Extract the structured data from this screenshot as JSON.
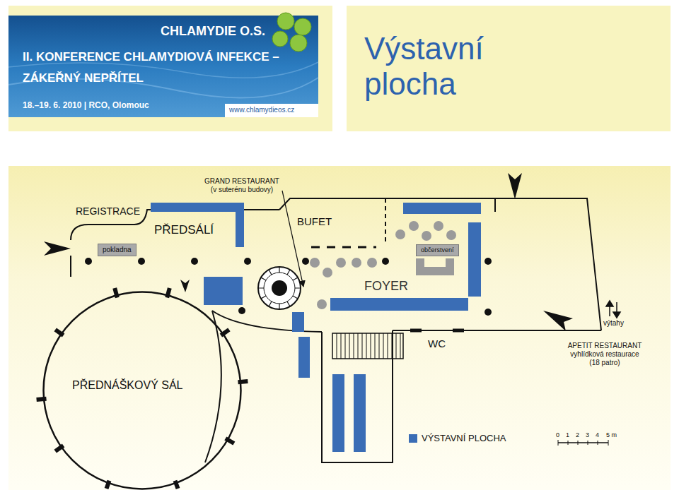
{
  "diagram": {
    "title": "Výstavní plocha",
    "nodes": [
      {
        "text": [
          "CHLAMYDIE O.S.",
          "II. KONFERENCE CHLAMYDIOVÁ INFEKCE – ZÁKEŘNÝ NEPŘÍTEL",
          "18.–19. 6. 2010 | RCO, Olomouc",
          "www.chlamydieos.cz"
        ]
      },
      {
        "text": [
          "pokladna"
        ]
      },
      {
        "text": [
          "občerstvení"
        ]
      },
      {
        "text": [
          "PŘEDNÁŠKOVÝ SÁL"
        ]
      }
    ],
    "labels": [
      "GRAND RESTAURANT (v suterénu budovy)",
      "REGISTRACE",
      "PŘEDSÁLÍ",
      "BUFET",
      "FOYER",
      "výtahy",
      "WC",
      "APETIT RESTAURANT vyhlídková restaurace (18 patro)",
      "0",
      "1",
      "2",
      "3",
      "4",
      "5 m"
    ],
    "legend": [
      {
        "text": "VÝSTAVNÍ PLOCHA",
        "color": "#3a6db5"
      }
    ]
  }
}
